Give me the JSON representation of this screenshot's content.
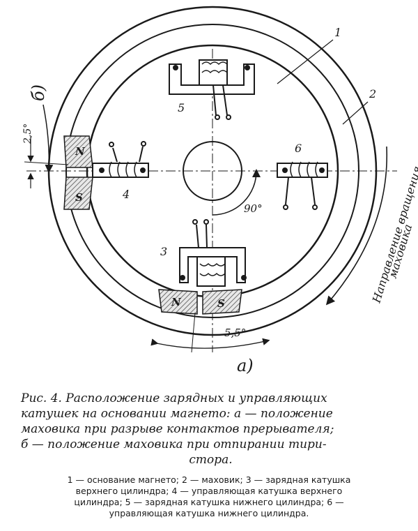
{
  "figure": {
    "labels": {
      "base": "1",
      "flywheel": "2",
      "coil3": "3",
      "coil4": "4",
      "coil5": "5",
      "coil6": "6",
      "north": "N",
      "south": "S",
      "angle_top": "2,5°",
      "angle_bottom": "5,5°",
      "angle_90": "90°",
      "pos_a": "а)",
      "pos_b": "б)",
      "rotation_line1": "Направление вращения",
      "rotation_line2": "маховика"
    }
  },
  "caption": {
    "line1": "Рис. 4. Расположение зарядных и управляющих",
    "line2": "катушек на основании магнето: а — положение",
    "line3": "маховика при разрыве контактов прерывателя;",
    "line4": "б — положение маховика при отпирании тири-",
    "line5": "стора."
  },
  "legend": {
    "line1": "1 — основание магнето; 2 — маховик; 3 — зарядная катушка",
    "line2": "верхнего цилиндра; 4 — управляющая катушка верхнего",
    "line3": "цилиндра; 5 — зарядная катушка нижнего цилиндра; 6 —",
    "line4": "управляющая катушка нижнего цилиндра."
  }
}
